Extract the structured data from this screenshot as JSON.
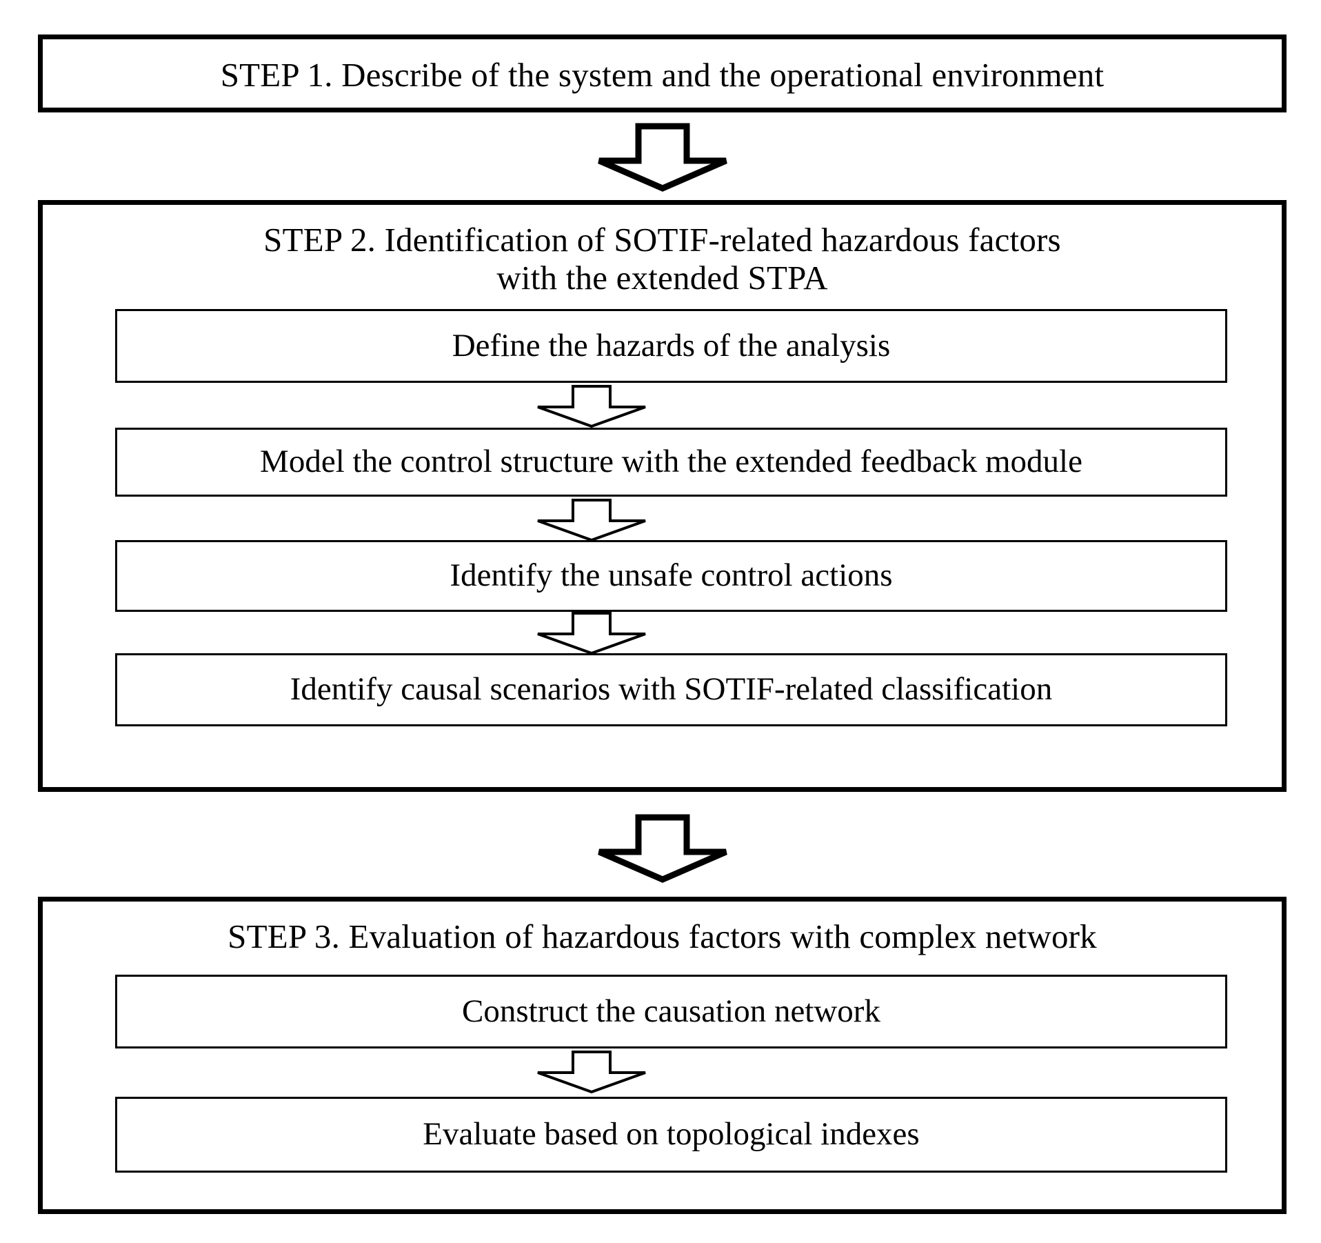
{
  "diagram": {
    "title": "SOTIF hazard analysis methodology flowchart",
    "background_color": "#ffffff",
    "line_color": "#000000",
    "steps": [
      {
        "id": "step1",
        "heading": "STEP 1. Describe of the system and the operational environment",
        "tasks": []
      },
      {
        "id": "step2",
        "heading": "STEP 2. Identification of SOTIF-related hazardous factors\nwith the extended STPA",
        "tasks": [
          "Define the hazards of the analysis",
          "Model the control structure with the extended feedback module",
          "Identify the unsafe control actions",
          "Identify causal scenarios with SOTIF-related classification"
        ]
      },
      {
        "id": "step3",
        "heading": "STEP 3. Evaluation of hazardous factors with complex network",
        "tasks": [
          "Construct the causation network",
          "Evaluate based on topological indexes"
        ]
      }
    ],
    "connectors": [
      {
        "id": "step1-to-step2",
        "kind": "down-block-arrow",
        "size": "large"
      },
      {
        "id": "step2-to-step3",
        "kind": "down-block-arrow",
        "size": "large"
      },
      {
        "id": "s2-task0-to-task1",
        "kind": "down-block-arrow",
        "size": "small"
      },
      {
        "id": "s2-task1-to-task2",
        "kind": "down-block-arrow",
        "size": "small"
      },
      {
        "id": "s2-task2-to-task3",
        "kind": "down-block-arrow",
        "size": "small"
      },
      {
        "id": "s3-task0-to-task1",
        "kind": "down-block-arrow",
        "size": "small"
      }
    ]
  }
}
